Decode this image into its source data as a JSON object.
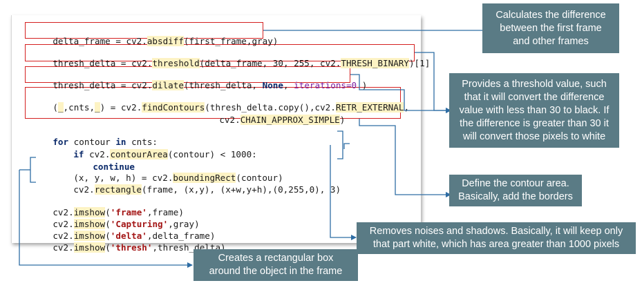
{
  "code": {
    "line1": [
      "delta_frame = cv2.",
      "absdiff",
      "(first_frame,gray)"
    ],
    "line2": [
      "thresh_delta = cv2.",
      "threshold",
      "(delta_frame, 30, 255, cv2.",
      "THRESH_BINARY",
      ")[1]"
    ],
    "line3": [
      "thresh_delta = cv2.",
      "dilate",
      "(thresh_delta, ",
      "None",
      ", ",
      "iterations=0",
      " )"
    ],
    "line4": [
      "(",
      "_",
      ",cnts,",
      "_",
      ") = cv2.",
      "findContours",
      "(thresh_delta.copy(),cv2.",
      "RETR_EXTERNAL",
      ","
    ],
    "line5": [
      "cv2.",
      "CHAIN_APPROX_SIMPLE",
      ")"
    ],
    "line6": [
      "for",
      " contour ",
      "in",
      " cnts:"
    ],
    "line7": [
      "if",
      " cv2.",
      "contourArea",
      "(contour) < 1000:"
    ],
    "line8": [
      "continue"
    ],
    "line9": [
      "(x, y, w, h) = cv2.",
      "boundingRect",
      "(contour)"
    ],
    "line10": [
      "cv2.",
      "rectangle",
      "(frame, (x,y), (x+w,y+h),(0,255,0), 3)"
    ],
    "line11": [
      "cv2.",
      "imshow",
      "(",
      "'frame'",
      ",frame)"
    ],
    "line12": [
      "cv2.",
      "imshow",
      "(",
      "'Capturing'",
      ",gray)"
    ],
    "line13": [
      "cv2.",
      "imshow",
      "(",
      "'delta'",
      ",delta_frame)"
    ],
    "line14": [
      "cv2.",
      "imshow",
      "(",
      "'thresh'",
      ",thresh_delta)"
    ]
  },
  "annotations": {
    "absdiff": [
      "Calculates the difference",
      "between the first frame",
      "and other frames"
    ],
    "threshold": [
      "Provides a threshold value, such",
      "that it will convert the difference",
      "value with less than 30 to black. If",
      "the difference is greater than 30 it",
      "will convert those pixels to white"
    ],
    "contours": [
      "Define the contour area.",
      "Basically, add the borders"
    ],
    "noise": [
      "Removes noises and shadows. Basically, it will keep only",
      "that part white, which has area greater than 1000 pixels"
    ],
    "rectangle": [
      "Creates a rectangular box",
      "around the object in the frame"
    ]
  },
  "colors": {
    "note_bg": "#5a7b85",
    "connector": "#2e6da4",
    "highlight_box": "#d42020",
    "function_highlight": "#fdf3c4"
  }
}
